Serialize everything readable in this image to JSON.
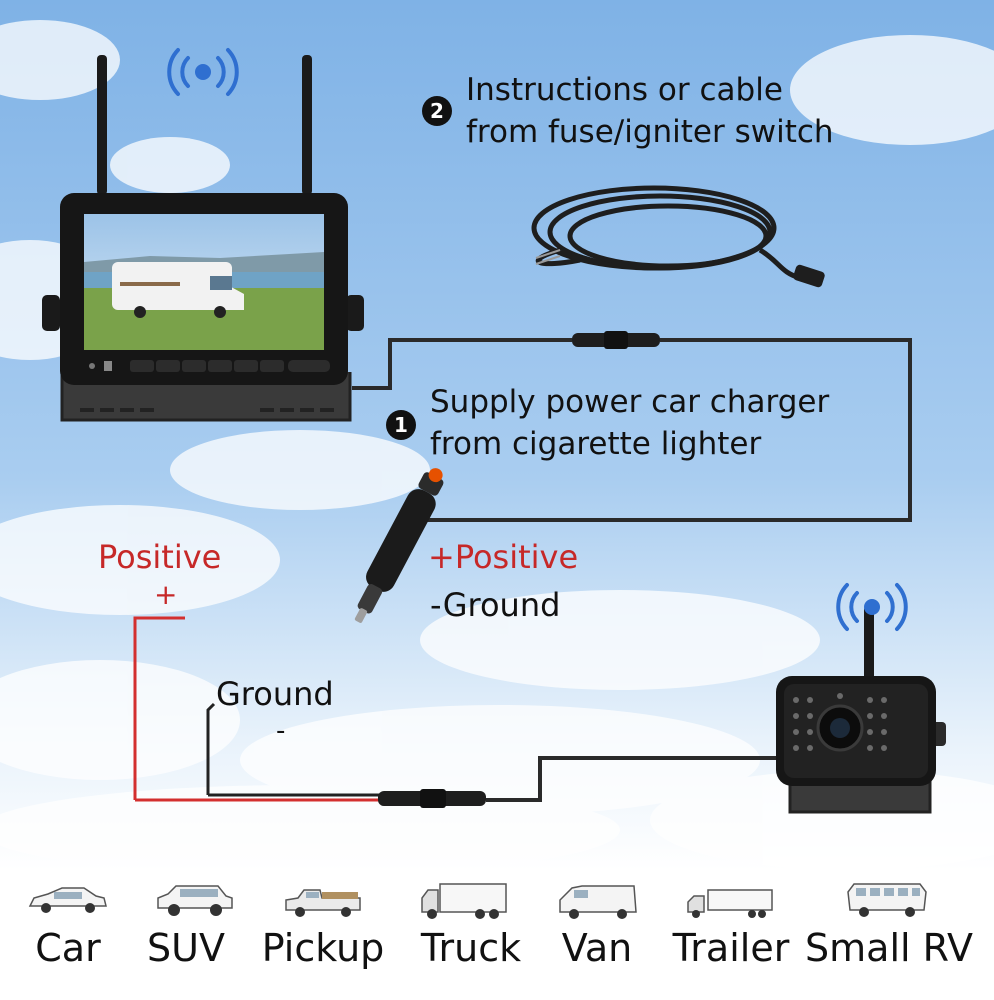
{
  "steps": [
    {
      "number": "1",
      "lines": [
        "Supply power car charger",
        "from cigarette lighter"
      ]
    },
    {
      "number": "2",
      "lines": [
        "Instructions or cable",
        "from fuse/igniter switch"
      ]
    }
  ],
  "lighter_labels": {
    "positive": "+Positive",
    "ground": "-Ground"
  },
  "camera_labels": {
    "positive": "Positive",
    "positive_sign": "+",
    "ground": "Ground",
    "ground_sign": "-"
  },
  "vehicles": [
    {
      "label": "Car",
      "icon": "car-icon"
    },
    {
      "label": "SUV",
      "icon": "suv-icon"
    },
    {
      "label": "Pickup",
      "icon": "pickup-icon"
    },
    {
      "label": "Truck",
      "icon": "truck-icon"
    },
    {
      "label": "Van",
      "icon": "van-icon"
    },
    {
      "label": "Trailer",
      "icon": "trailer-icon"
    },
    {
      "label": "Small RV",
      "icon": "small-rv-icon"
    }
  ],
  "colors": {
    "signal": "#2f6fd0",
    "positive_wire": "#d32f2f",
    "cable": "#2a2a2a"
  }
}
